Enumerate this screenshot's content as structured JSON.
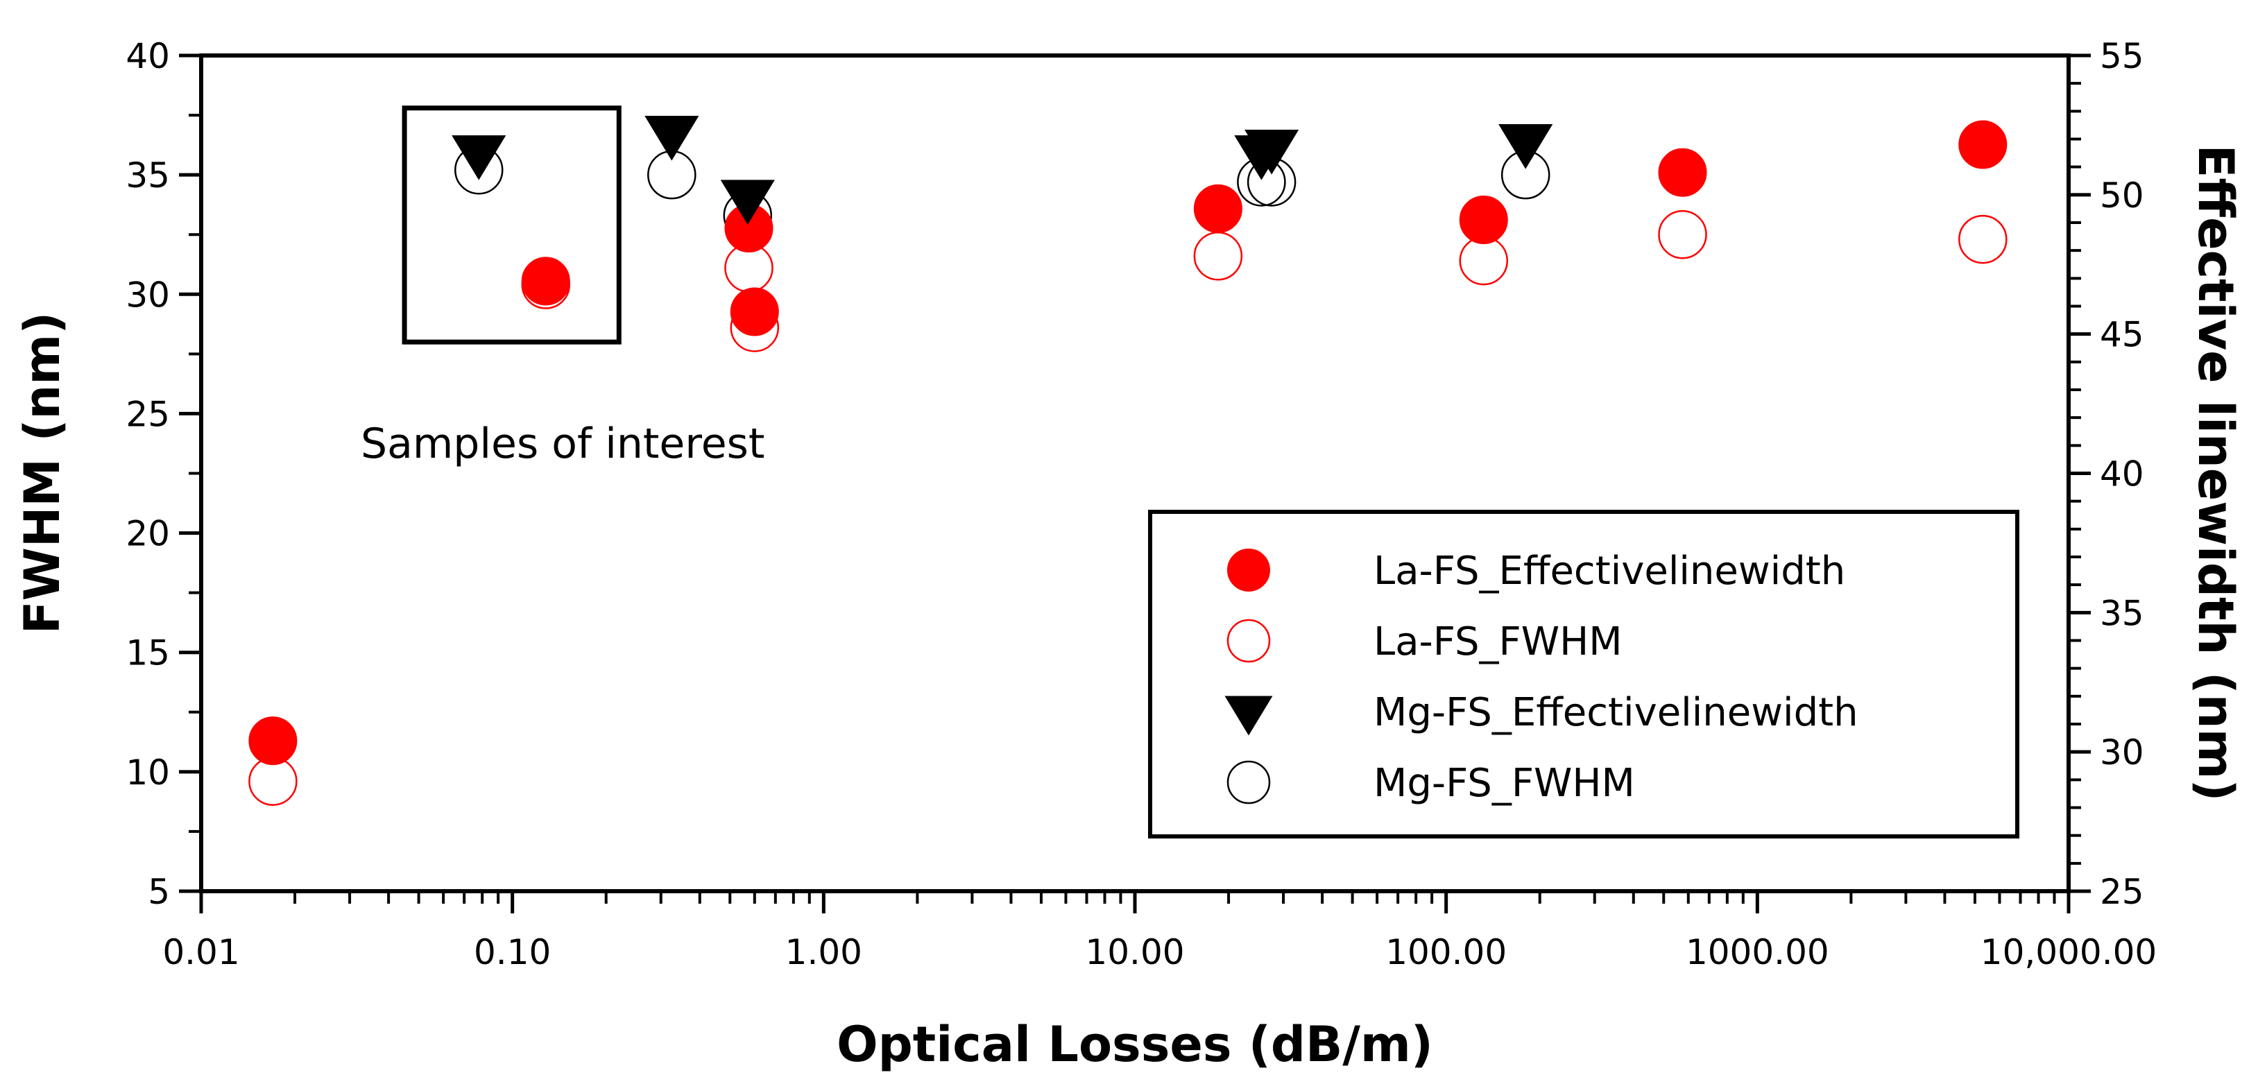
{
  "chart_data": {
    "type": "scatter",
    "xlabel": "Optical Losses (dB/m)",
    "ylabel": "FWHM (nm)",
    "y2label": "Effective linewidth (nm)",
    "x_scale": "log",
    "xlim": [
      0.01,
      10000
    ],
    "ylim": [
      5,
      40
    ],
    "y2lim": [
      25,
      55
    ],
    "x_ticks": [
      {
        "value": 0.01,
        "label": "0.01"
      },
      {
        "value": 0.1,
        "label": "0.10"
      },
      {
        "value": 1,
        "label": "1.00"
      },
      {
        "value": 10,
        "label": "10.00"
      },
      {
        "value": 100,
        "label": "100.00"
      },
      {
        "value": 1000,
        "label": "1000.00"
      },
      {
        "value": 10000,
        "label": "10,000.00"
      }
    ],
    "y_ticks": [
      5,
      10,
      15,
      20,
      25,
      30,
      35,
      40
    ],
    "y2_ticks": [
      25,
      30,
      35,
      40,
      45,
      50,
      55
    ],
    "grid": false,
    "legend_position": "lower-right",
    "annotation": {
      "text": "Samples of interest",
      "box_x": [
        0.045,
        0.22
      ],
      "box_y": [
        28,
        37.8
      ]
    },
    "series": [
      {
        "name": "La-FS_Effectivelinewidth",
        "axis": "right",
        "marker": "filled-circle",
        "color": "#ff0000",
        "points": [
          [
            0.017,
            30.4
          ],
          [
            0.128,
            46.9
          ],
          [
            0.575,
            48.8
          ],
          [
            0.6,
            45.8
          ],
          [
            18.5,
            49.5
          ],
          [
            132,
            49.1
          ],
          [
            575,
            50.8
          ],
          [
            5300,
            51.8
          ]
        ]
      },
      {
        "name": "La-FS_FWHM",
        "axis": "left",
        "marker": "open-circle",
        "color": "#ff0000",
        "points": [
          [
            0.017,
            9.6
          ],
          [
            0.128,
            30.4
          ],
          [
            0.575,
            31.1
          ],
          [
            0.6,
            28.6
          ],
          [
            18.5,
            31.6
          ],
          [
            132,
            31.4
          ],
          [
            575,
            32.5
          ],
          [
            5300,
            32.3
          ]
        ]
      },
      {
        "name": "Mg-FS_Effectivelinewidth",
        "axis": "right",
        "marker": "filled-triangle-down",
        "color": "#000000",
        "points": [
          [
            0.078,
            51.5
          ],
          [
            0.325,
            52.2
          ],
          [
            0.57,
            49.9
          ],
          [
            25.5,
            51.5
          ],
          [
            27.5,
            51.7
          ],
          [
            180,
            51.9
          ]
        ]
      },
      {
        "name": "Mg-FS_FWHM",
        "axis": "left",
        "marker": "open-circle",
        "color": "#000000",
        "points": [
          [
            0.078,
            35.2
          ],
          [
            0.325,
            35.0
          ],
          [
            0.57,
            33.3
          ],
          [
            25.5,
            34.7
          ],
          [
            27.5,
            34.7
          ],
          [
            180,
            35.0
          ]
        ]
      }
    ]
  }
}
